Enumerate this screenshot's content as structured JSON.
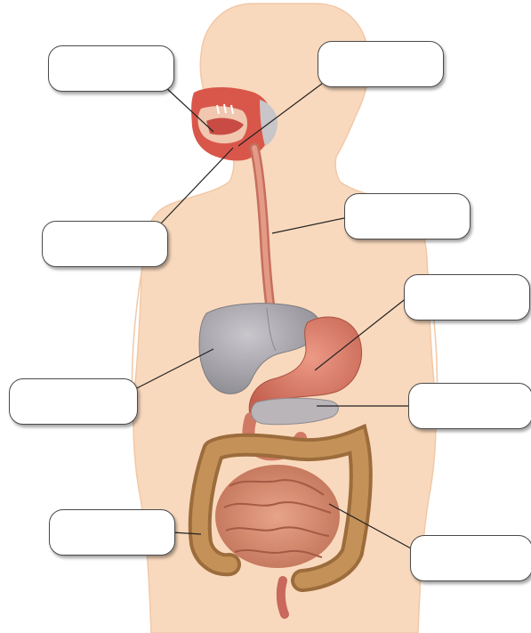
{
  "figure": {
    "colors": {
      "body_silhouette": "#f9d9bd",
      "body_outline": "#f0c4a2",
      "oral_cavity": "#d9574a",
      "esophagus": "#d98572",
      "liver": "#a8a6ac",
      "stomach": "#dc7d6a",
      "pancreas": "#b7b3b6",
      "small_intestine": "#d48a6e",
      "large_intestine": "#b37f47",
      "leader_line": "#222222"
    },
    "labels": [
      {
        "id": "label-1",
        "text": ""
      },
      {
        "id": "label-2",
        "text": ""
      },
      {
        "id": "label-3",
        "text": ""
      },
      {
        "id": "label-4",
        "text": ""
      },
      {
        "id": "label-5",
        "text": ""
      },
      {
        "id": "label-6",
        "text": ""
      },
      {
        "id": "label-7",
        "text": ""
      },
      {
        "id": "label-8",
        "text": ""
      },
      {
        "id": "label-9",
        "text": ""
      }
    ]
  }
}
